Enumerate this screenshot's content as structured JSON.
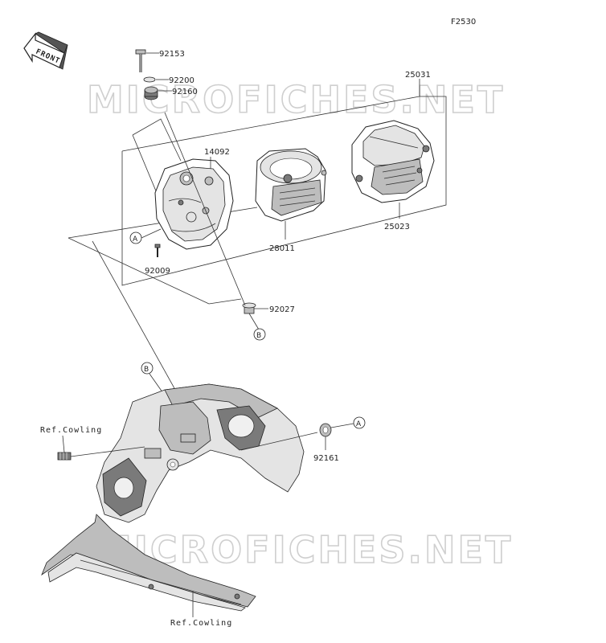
{
  "figure_code": "F2530",
  "watermark": "MICROFICHES.NET",
  "front_label": "FRONT",
  "parts": {
    "p92153": "92153",
    "p92200": "92200",
    "p92160": "92160",
    "p25031": "25031",
    "p14092": "14092",
    "p28011": "28011",
    "p25023": "25023",
    "p92009": "92009",
    "p92027": "92027",
    "p92161": "92161"
  },
  "callouts": {
    "a": "A",
    "b": "B"
  },
  "refs": {
    "cowling_left": "Ref.Cowling",
    "cowling_bottom": "Ref.Cowling"
  }
}
